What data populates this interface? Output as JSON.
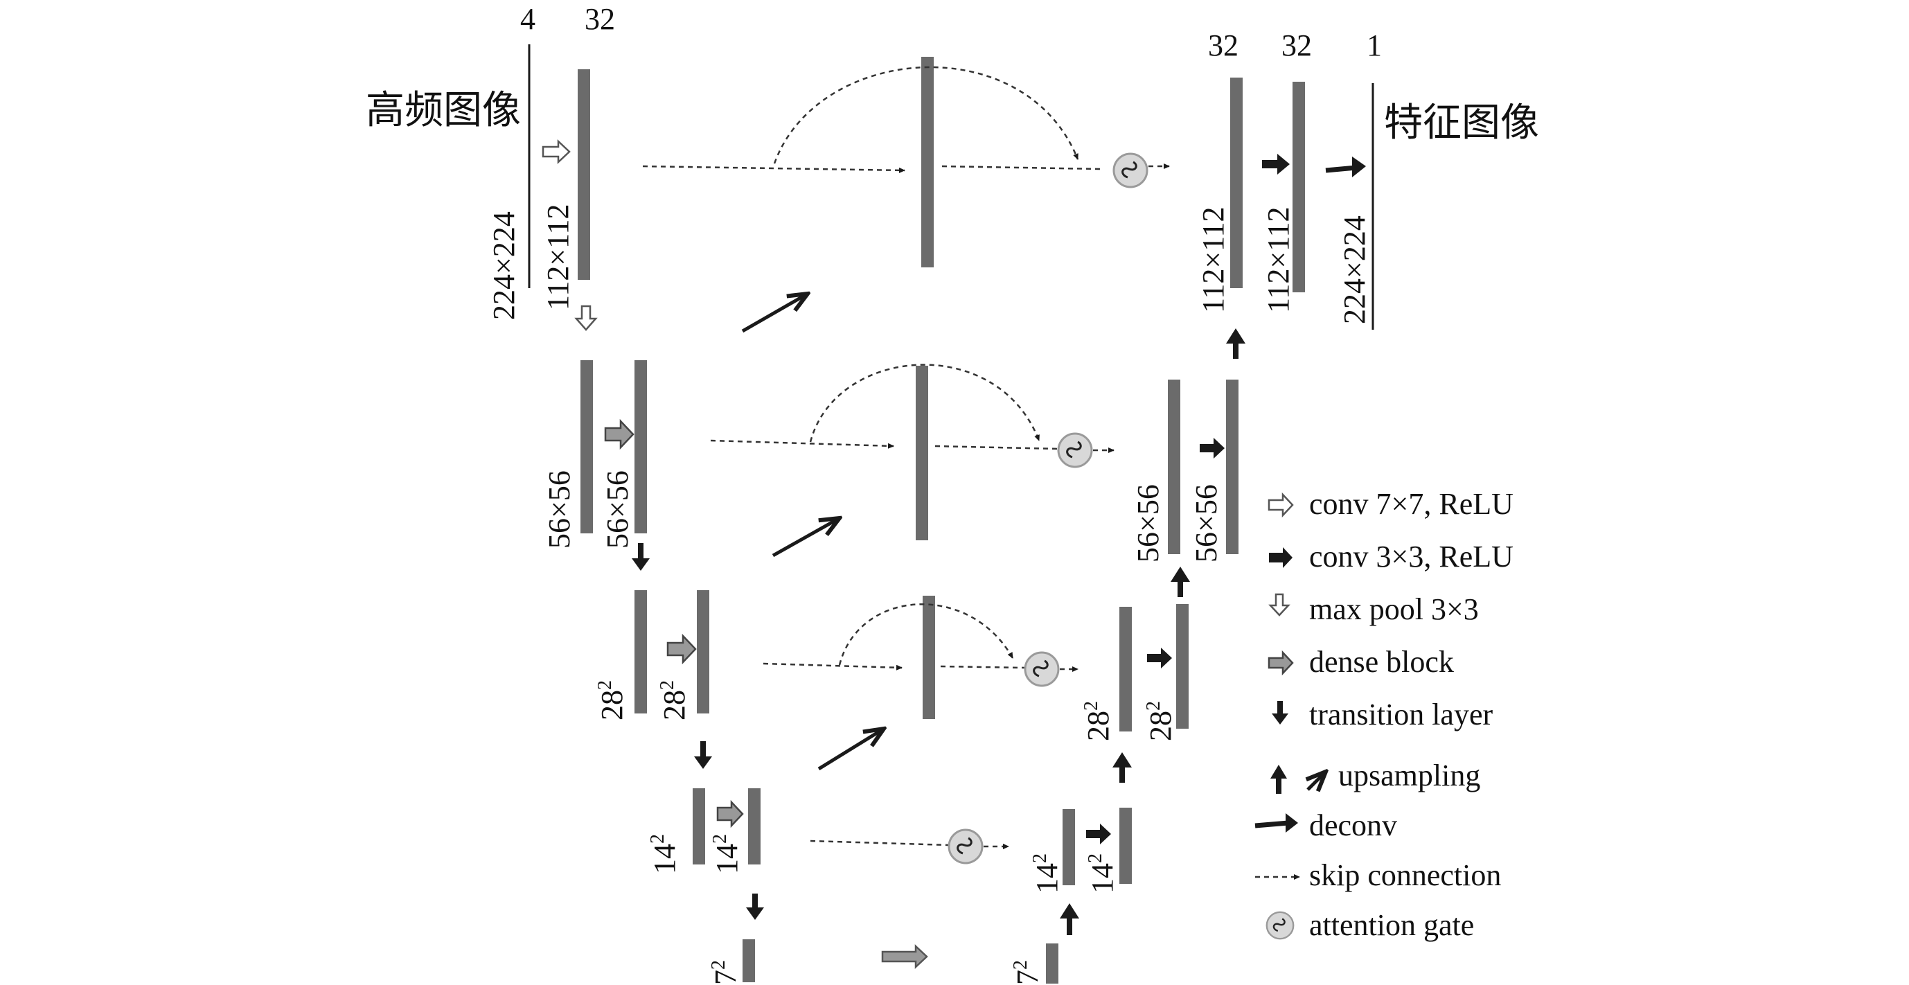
{
  "encoder": {
    "input_channels": "4",
    "stage1_channels": "32",
    "input_label": "高频图像",
    "input_size": "224×224",
    "stage1_size": "112×112",
    "stage2a_size": "56×56",
    "stage2b_size": "56×56",
    "stage3a_size": "28",
    "stage3b_size": "28",
    "stage4a_size": "14",
    "stage4b_size": "14",
    "bottom_size": "7",
    "sup": "2"
  },
  "decoder": {
    "ch_a": "32",
    "ch_b": "32",
    "ch_out": "1",
    "output_label": "特征图像",
    "top_a_size": "112×112",
    "top_b_size": "112×112",
    "out_size": "224×224",
    "l2a_size": "56×56",
    "l2b_size": "56×56",
    "l3a_size": "28",
    "l3b_size": "28",
    "l4a_size": "14",
    "l4b_size": "14",
    "bottom_size": "7",
    "sup": "2"
  },
  "legend": {
    "conv7": "conv 7×7, ReLU",
    "conv3": "conv 3×3, ReLU",
    "maxpool": "max pool 3×3",
    "dense": "dense block",
    "transition": "transition layer",
    "upsampling": "upsampling",
    "deconv": "deconv",
    "skip": "skip connection",
    "attention": "attention gate"
  },
  "colors": {
    "bar": "#6b6b6b",
    "arrow_dark": "#1a1a1a",
    "arrow_gray": "#8c8c8c",
    "gate_fill": "#d8d8d8"
  }
}
